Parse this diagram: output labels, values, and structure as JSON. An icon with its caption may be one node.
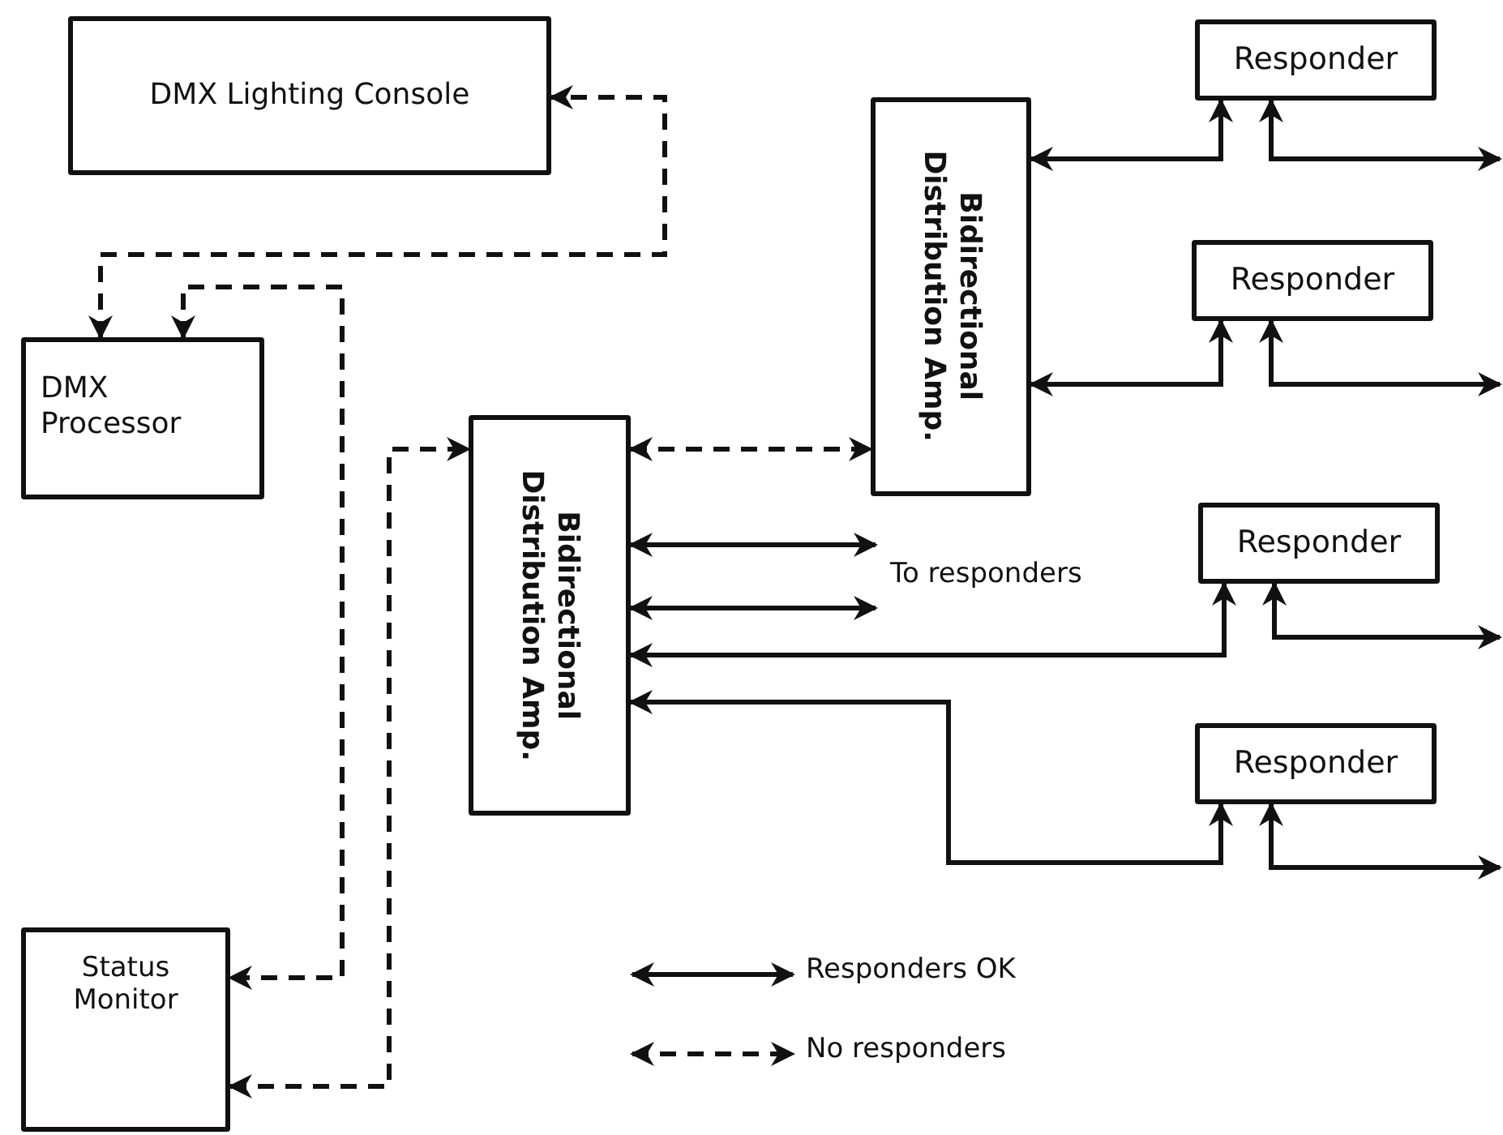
{
  "diagram": {
    "nodes": [
      {
        "text": [
          "DMX Lighting Console"
        ]
      },
      {
        "text": [
          "DMX Processor"
        ]
      },
      {
        "text": [
          "Bidirectional Distribution Amp."
        ]
      },
      {
        "text": [
          "Bidirectional Distribution Amp."
        ]
      },
      {
        "text": [
          "Responder"
        ]
      },
      {
        "text": [
          "Responder"
        ]
      },
      {
        "text": [
          "Responder"
        ]
      },
      {
        "text": [
          "Responder"
        ]
      },
      {
        "text": [
          "Status Monitor"
        ]
      },
      {
        "text": [
          "To responders"
        ]
      }
    ],
    "edges": [
      {
        "from": 1,
        "to": 0,
        "arrow": "both",
        "style": "dashed"
      },
      {
        "from": 1,
        "to": 8,
        "arrow": "both",
        "style": "dashed"
      },
      {
        "from": 8,
        "to": 2,
        "arrow": "both",
        "style": "dashed"
      },
      {
        "from": 2,
        "to": 3,
        "arrow": "both",
        "style": "dashed"
      },
      {
        "from": 3,
        "to": 4,
        "arrow": "both"
      },
      {
        "from": 4,
        "to": null,
        "arrow": "both"
      },
      {
        "from": 3,
        "to": 5,
        "arrow": "both"
      },
      {
        "from": 5,
        "to": null,
        "arrow": "both"
      },
      {
        "from": 2,
        "to": 9,
        "arrow": "both"
      },
      {
        "from": 2,
        "to": 9,
        "arrow": "both"
      },
      {
        "from": 2,
        "to": 6,
        "arrow": "both"
      },
      {
        "from": 6,
        "to": null,
        "arrow": "both"
      },
      {
        "from": 2,
        "to": 7,
        "arrow": "both"
      },
      {
        "from": 7,
        "to": null,
        "arrow": "both"
      }
    ],
    "legend": [
      {
        "text": "Responders OK"
      },
      {
        "text": "No responders"
      }
    ]
  }
}
